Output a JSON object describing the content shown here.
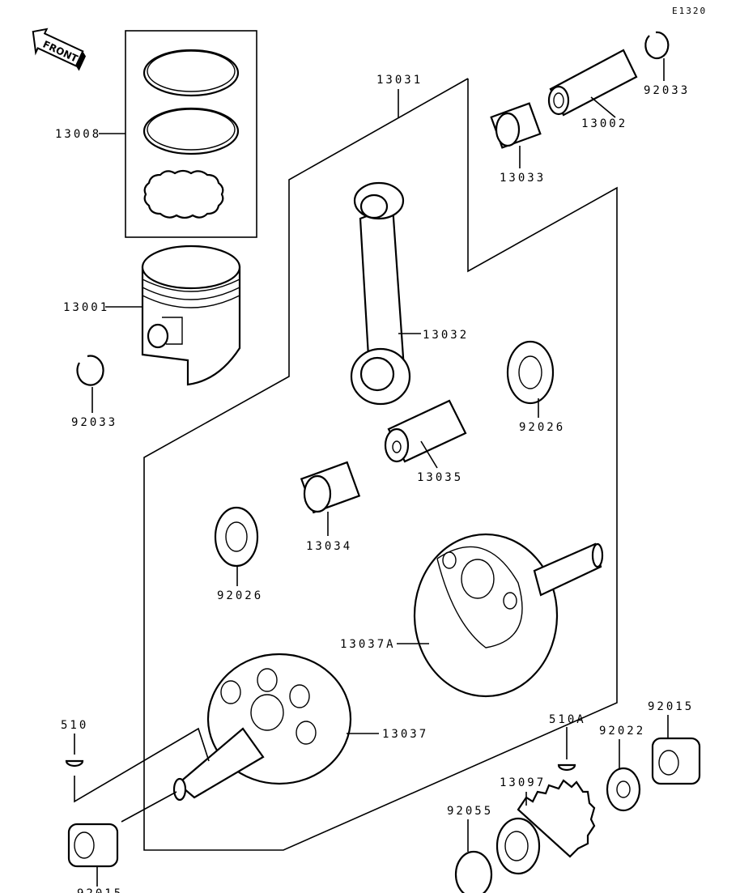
{
  "diagram": {
    "figure_code": "E1320",
    "front_marker": "FRONT",
    "parts": [
      {
        "id": "13008"
      },
      {
        "id": "13001"
      },
      {
        "id": "92033"
      },
      {
        "id": "13031"
      },
      {
        "id": "92033"
      },
      {
        "id": "13002"
      },
      {
        "id": "13033"
      },
      {
        "id": "13032"
      },
      {
        "id": "92026"
      },
      {
        "id": "13035"
      },
      {
        "id": "13034"
      },
      {
        "id": "92026"
      },
      {
        "id": "13037A"
      },
      {
        "id": "13037"
      },
      {
        "id": "510"
      },
      {
        "id": "510A"
      },
      {
        "id": "92022"
      },
      {
        "id": "92015"
      },
      {
        "id": "13097"
      },
      {
        "id": "92055"
      },
      {
        "id": "92015"
      }
    ]
  }
}
